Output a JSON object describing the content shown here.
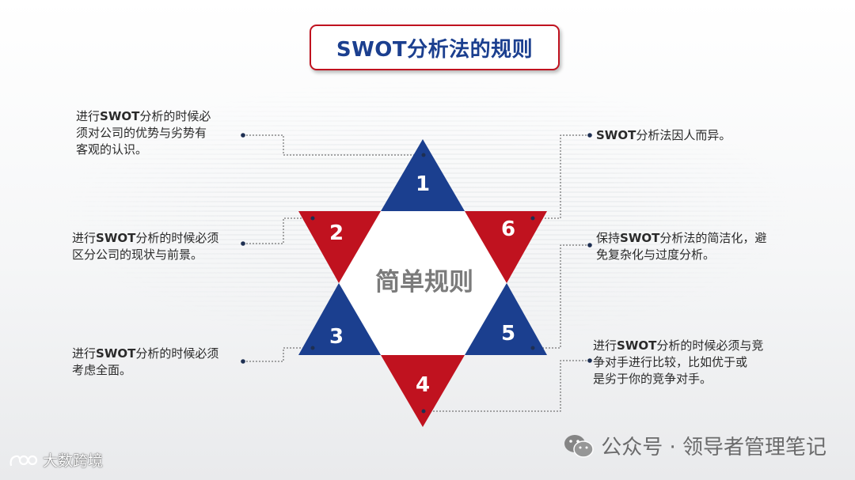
{
  "title": "SWOT分析法的规则",
  "center_label": "简单规则",
  "triangles": [
    {
      "number": "1",
      "color": "#1b3f8f"
    },
    {
      "number": "2",
      "color": "#c0121f"
    },
    {
      "number": "3",
      "color": "#1b3f8f"
    },
    {
      "number": "4",
      "color": "#c0121f"
    },
    {
      "number": "5",
      "color": "#1b3f8f"
    },
    {
      "number": "6",
      "color": "#c0121f"
    }
  ],
  "notes": [
    {
      "line1_pre": "进行",
      "line1_bold": "SWOT",
      "line1_post": "分析的时候必",
      "line2": "须对公司的优势与劣势有",
      "line3": "客观的认识。"
    },
    {
      "line1_pre": "进行",
      "line1_bold": "SWOT",
      "line1_post": "分析的时候必须",
      "line2": "区分公司的现状与前景。"
    },
    {
      "line1_pre": "进行",
      "line1_bold": "SWOT",
      "line1_post": "分析的时候必须",
      "line2": "考虑全面。"
    },
    {
      "line1_pre": "",
      "line1_bold": "SWOT",
      "line1_post": "分析法因人而异。"
    },
    {
      "line1_pre": "保持",
      "line1_bold": "SWOT",
      "line1_post": "分析法的简洁化，避",
      "line2": "免复杂化与过度分析。"
    },
    {
      "line1_pre": "进行",
      "line1_bold": "SWOT",
      "line1_post": "分析的时候必须与竞",
      "line2": "争对手进行比较，比如优于或",
      "line3": "是劣于你的竞争对手。"
    }
  ],
  "colors": {
    "blue": "#1b3f8f",
    "red": "#c0121f",
    "connector": "#555555"
  },
  "watermark": {
    "text": "公众号 · 领导者管理笔记",
    "icon": "wechat-icon"
  },
  "corner_logo": {
    "text": "大数跨境",
    "icon": "logo-icon"
  }
}
